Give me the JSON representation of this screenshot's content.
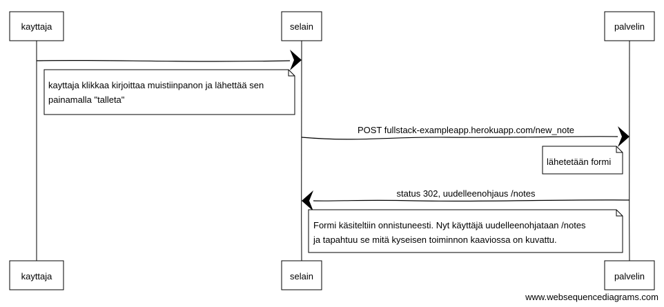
{
  "participants": [
    {
      "id": "kayttaja",
      "label": "kayttaja"
    },
    {
      "id": "selain",
      "label": "selain"
    },
    {
      "id": "palvelin",
      "label": "palvelin"
    }
  ],
  "messages": [
    {
      "from": "kayttaja",
      "to": "selain",
      "label": ""
    },
    {
      "from": "selain",
      "to": "palvelin",
      "label": "POST fullstack-exampleapp.herokuapp.com/new_note"
    },
    {
      "from": "palvelin",
      "to": "selain",
      "label": "status 302, uudelleenohjaus /notes"
    }
  ],
  "notes": [
    {
      "over": "kayttaja",
      "lines": [
        "kayttaja klikkaa kirjoittaa muistiinpanon ja lähettää sen",
        "painamalla \"talleta\""
      ]
    },
    {
      "over": "palvelin",
      "lines": [
        "lähetetään formi"
      ]
    },
    {
      "over": "selain",
      "lines": [
        "Formi käsiteltiin onnistuneesti. Nyt käyttäjä uudelleenohjataan /notes",
        "ja tapahtuu se mitä kyseisen toiminnon kaaviossa on kuvattu."
      ]
    }
  ],
  "watermark": "www.websequencediagrams.com"
}
